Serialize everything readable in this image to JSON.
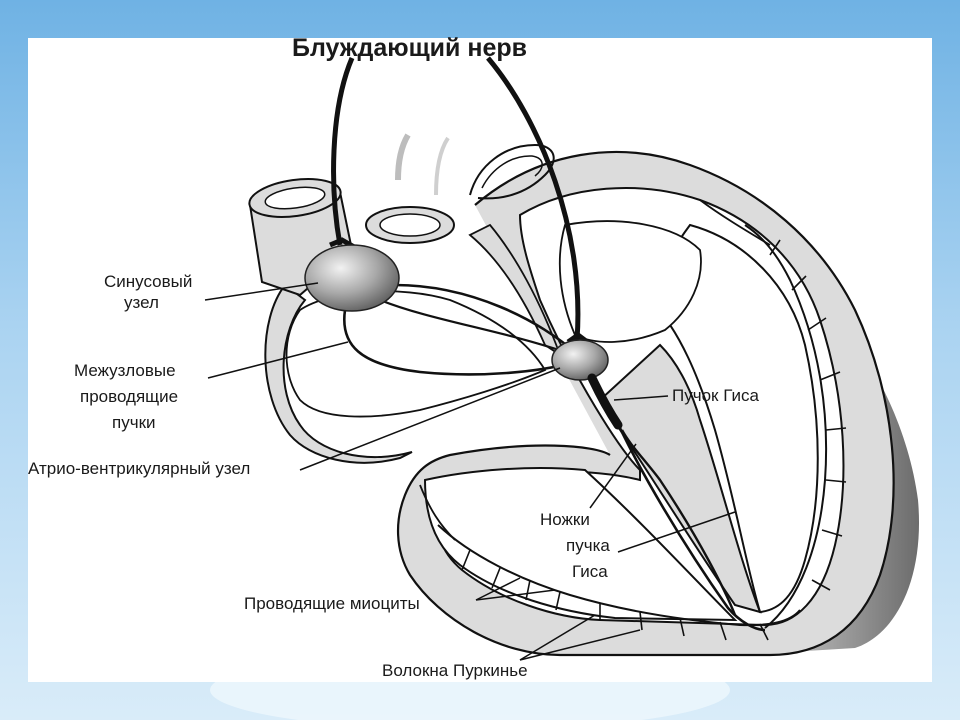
{
  "diagram": {
    "title": "Блуждающий нерв",
    "labels": {
      "sinus_node_line1": "Синусовый",
      "sinus_node_line2": "узел",
      "internodal_line1": "Межузловые",
      "internodal_line2": "проводящие",
      "internodal_line3": "пучки",
      "av_node": "Атрио-вентрикулярный узел",
      "his_bundle": "Пучок Гиса",
      "his_legs_line1": "Ножки",
      "his_legs_line2": "пучка",
      "his_legs_line3": "Гиса",
      "conducting_myocytes": "Проводящие миоциты",
      "purkinje_fibers": "Волокна Пуркинье"
    },
    "colors": {
      "outline": "#111111",
      "wall_fill": "#dcdcdc",
      "wall_shadow": "#8a8a8a",
      "node_fill": "#9a9a9a",
      "background_top": "#6fb2e4",
      "panel": "#ffffff"
    }
  }
}
